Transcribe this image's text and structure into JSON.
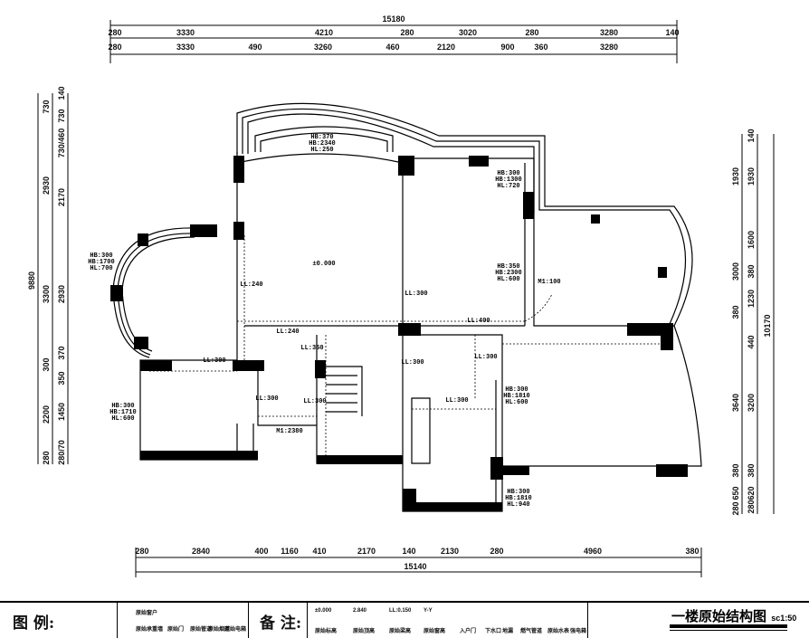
{
  "drawing": {
    "title": "一楼原始结构图",
    "scale": "sc1:50"
  },
  "dimensions": {
    "top_total": "15180",
    "top_row1": [
      "280",
      "3330",
      "4210",
      "280",
      "3020",
      "280",
      "3280",
      "140"
    ],
    "top_row2": [
      "280",
      "3330",
      "490",
      "3260",
      "460",
      "2120",
      "900",
      "360",
      "3280"
    ],
    "bottom_row": [
      "280",
      "2840",
      "400",
      "1160",
      "410",
      "2170",
      "140",
      "2130",
      "280",
      "4960",
      "380"
    ],
    "bottom_total": "15140",
    "left_total": "9880",
    "left_outer": [
      "730",
      "2930",
      "3300",
      "300",
      "2200",
      "280"
    ],
    "left_inner": [
      "140",
      "730",
      "730/460",
      "2170",
      "2930",
      "370",
      "350",
      "1450",
      "280/70"
    ],
    "right_inner": [
      "140",
      "1930",
      "1600",
      "380",
      "1230",
      "440",
      "3200",
      "380",
      "620",
      "280"
    ],
    "right_outer": [
      "1930",
      "3000",
      "380",
      "3640",
      "380",
      "650",
      "280"
    ],
    "right_total": "10170"
  },
  "annotations": [
    "HB:370",
    "HB:2340",
    "HL:250",
    "HB:300",
    "HB:1300",
    "HL:720",
    "HB:350",
    "HB:2300",
    "HL:600",
    "M1:100",
    "HB:300",
    "HB:1700",
    "HL:700",
    "HB:300",
    "HB:1710",
    "HL:600",
    "HB:300",
    "HB:1810",
    "HL:600",
    "HB:300",
    "HB:1810",
    "HL:940",
    "LL:240",
    "LL:300",
    "LL:400",
    "LL:240",
    "LL:350",
    "LL:300",
    "LL:300",
    "LL:300",
    "LL:300",
    "LL:300",
    "LL:300",
    "M1:2380",
    "±0.000"
  ],
  "legend": {
    "label": "图 例:",
    "items": [
      "原始承重墙",
      "原始窗户",
      "原始门",
      "原始管道",
      "原始烟道",
      "原始电箱"
    ],
    "notes_label": "备 注:",
    "marks": [
      {
        "value": "±0.000",
        "caption": "原始标高"
      },
      {
        "value": "2.840",
        "caption": "原始顶高"
      },
      {
        "value": "LL:0.150",
        "caption": "原始梁高"
      },
      {
        "value": "Y-Y",
        "caption": "原始窗高"
      },
      {
        "value": "",
        "caption": "入户门"
      },
      {
        "value": "",
        "caption": "下水口"
      },
      {
        "value": "",
        "caption": "地漏"
      },
      {
        "value": "",
        "caption": "燃气管道"
      },
      {
        "value": "",
        "caption": "原始水表"
      },
      {
        "value": "",
        "caption": "强电箱"
      }
    ]
  }
}
